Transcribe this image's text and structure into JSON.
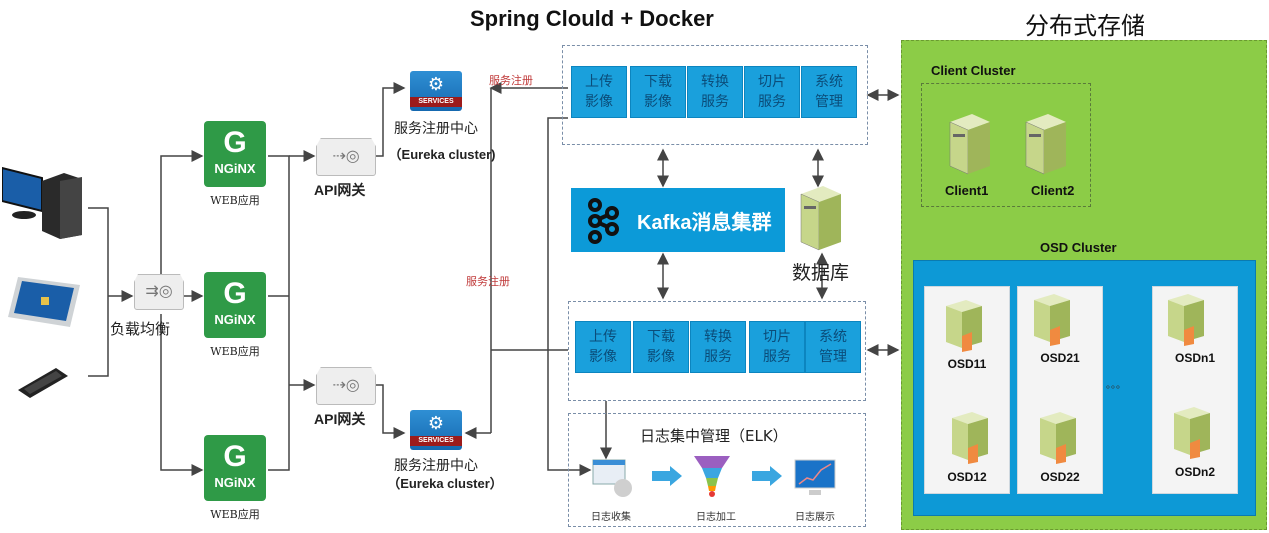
{
  "titles": {
    "main": "Spring Clould + Docker",
    "storage": "分布式存储"
  },
  "clients": {
    "devices": [
      "desktop-pc",
      "tablet",
      "smartphone"
    ],
    "load_balancer_label": "负载均衡"
  },
  "web_apps": [
    {
      "logo_g": "G",
      "logo_text": "NGiNX",
      "label": "WEB应用"
    },
    {
      "logo_g": "G",
      "logo_text": "NGiNX",
      "label": "WEB应用"
    },
    {
      "logo_g": "G",
      "logo_text": "NGiNX",
      "label": "WEB应用"
    }
  ],
  "gateways": [
    {
      "label": "API网关"
    },
    {
      "label": "API网关"
    }
  ],
  "registries": [
    {
      "badge": "SERVICES",
      "title": "服务注册中心",
      "subtitle": "（Eureka cluster)"
    },
    {
      "badge": "SERVICES",
      "title": "服务注册中心",
      "subtitle": "（Eureka cluster）"
    }
  ],
  "registration_labels": [
    "服务注册",
    "服务注册"
  ],
  "service_groups": [
    {
      "modules": [
        {
          "line1": "上传",
          "line2": "影像"
        },
        {
          "line1": "下载",
          "line2": "影像"
        },
        {
          "line1": "转换",
          "line2": "服务"
        },
        {
          "line1": "切片",
          "line2": "服务"
        },
        {
          "line1": "系统",
          "line2": "管理"
        }
      ]
    },
    {
      "modules": [
        {
          "line1": "上传",
          "line2": "影像"
        },
        {
          "line1": "下载",
          "line2": "影像"
        },
        {
          "line1": "转换",
          "line2": "服务"
        },
        {
          "line1": "切片",
          "line2": "服务"
        },
        {
          "line1": "系统",
          "line2": "管理"
        }
      ]
    }
  ],
  "kafka": {
    "label": "Kafka消息集群"
  },
  "database": {
    "label": "数据库"
  },
  "elk": {
    "title": "日志集中管理（ELK）",
    "steps": [
      "日志收集",
      "日志加工",
      "日志展示"
    ]
  },
  "storage": {
    "client_cluster": {
      "title": "Client Cluster",
      "nodes": [
        "Client1",
        "Client2"
      ]
    },
    "osd_cluster": {
      "title": "OSD Cluster",
      "columns": [
        {
          "nodes": [
            "OSD11",
            "OSD12"
          ]
        },
        {
          "nodes": [
            "OSD21",
            "OSD22"
          ]
        },
        {
          "nodes": [
            "OSDn1",
            "OSDn2"
          ]
        }
      ],
      "ellipsis": "。。。"
    }
  },
  "colors": {
    "nginx_green": "#2f9a47",
    "module_blue": "#1aa0dc",
    "kafka_blue": "#0c9ad8",
    "storage_green": "#8ccc47",
    "osd_blue": "#0d99d6",
    "registration_red": "#c03a3a"
  }
}
